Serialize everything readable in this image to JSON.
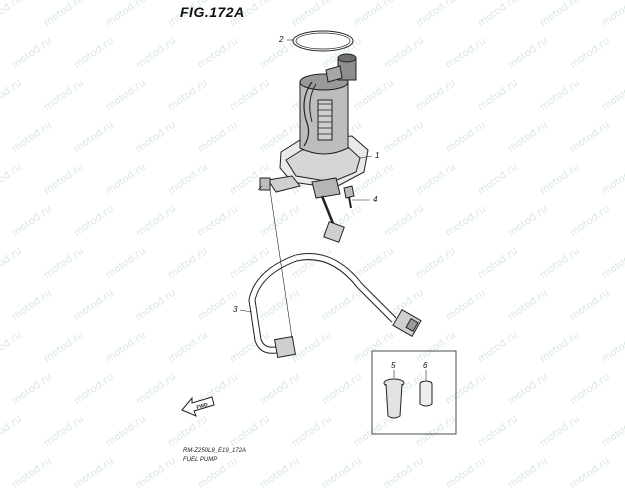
{
  "figure": {
    "title": "FIG.172A",
    "code": "RM-Z250L8_E19_172A",
    "description": "FUEL PUMP"
  },
  "callouts": [
    "1",
    "2",
    "3",
    "4",
    "5",
    "6"
  ],
  "direction_arrow": {
    "label": "FWD"
  },
  "watermark": {
    "text": "motod.ru",
    "color": "#b8d8c2"
  }
}
